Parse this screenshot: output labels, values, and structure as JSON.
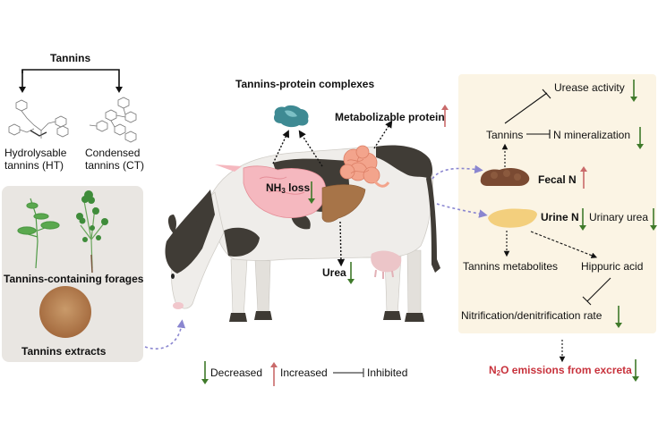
{
  "colors": {
    "decrease_arrow": "#3f7a2a",
    "increase_arrow": "#c96a6a",
    "emission_text": "#c8323c",
    "right_panel_bg": "#fbf4e4",
    "left_panel_bg": "#e9e6e2",
    "flow_arrow": "#8a86d0"
  },
  "left": {
    "tannins_title": "Tannins",
    "ht_line1": "Hydrolysable",
    "ht_line2": "tannins (HT)",
    "ct_line1": "Condensed",
    "ct_line2": "tannins (CT)",
    "forages_label": "Tannins-containing forages",
    "extracts_label": "Tannins extracts"
  },
  "cow": {
    "complexes_label": "Tannins-protein complexes",
    "metabolizable_label": "Metabolizable protein",
    "metabolizable_trend": "increased",
    "nh3_label_main": "NH",
    "nh3_label_sub": "3",
    "nh3_label_rest": " loss",
    "nh3_trend": "decreased",
    "urea_label": "Urea",
    "urea_trend": "decreased"
  },
  "right": {
    "urease_label": "Urease activity",
    "urease_trend": "decreased",
    "tannins_label": "Tannins",
    "mineralization_label": "N mineralization",
    "mineralization_trend": "decreased",
    "fecal_label": "Fecal N",
    "fecal_trend": "increased",
    "urine_label": "Urine N",
    "urine_trend": "decreased",
    "urinary_urea_label": "Urinary urea",
    "urinary_urea_trend": "decreased",
    "metabolites_label": "Tannins metabolites",
    "hippuric_label": "Hippuric acid",
    "nitrification_label": "Nitrification/denitrification rate",
    "nitrification_trend": "decreased"
  },
  "emissions": {
    "label_main": "N",
    "label_sub": "2",
    "label_rest": "O emissions from excreta",
    "trend": "decreased"
  },
  "legend": {
    "decreased": "Decreased",
    "increased": "Increased",
    "inhibited": "Inhibited"
  }
}
